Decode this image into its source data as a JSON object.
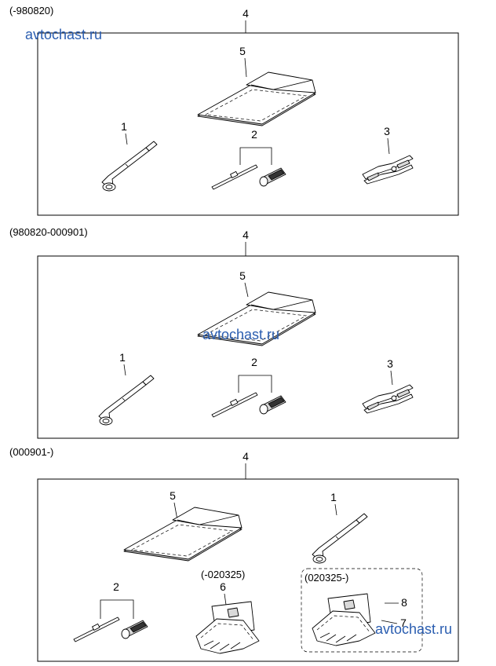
{
  "watermark": "avtochast.ru",
  "sections": [
    {
      "range": "(-980820)",
      "assembly": "4",
      "callouts": {
        "case": "5",
        "wrench": "1",
        "screwdriver": "2",
        "pliers": "3"
      }
    },
    {
      "range": "(980820-000901)",
      "assembly": "4",
      "callouts": {
        "case": "5",
        "wrench": "1",
        "screwdriver": "2",
        "pliers": "3"
      }
    },
    {
      "range": "(000901-)",
      "assembly": "4",
      "callouts": {
        "case": "5",
        "wrench": "1",
        "screwdriver": "2",
        "glove": "6",
        "glove_bag": "8",
        "glove_new": "7"
      },
      "glove_old_range": "(-020325)",
      "glove_new_range": "(020325-)"
    }
  ]
}
